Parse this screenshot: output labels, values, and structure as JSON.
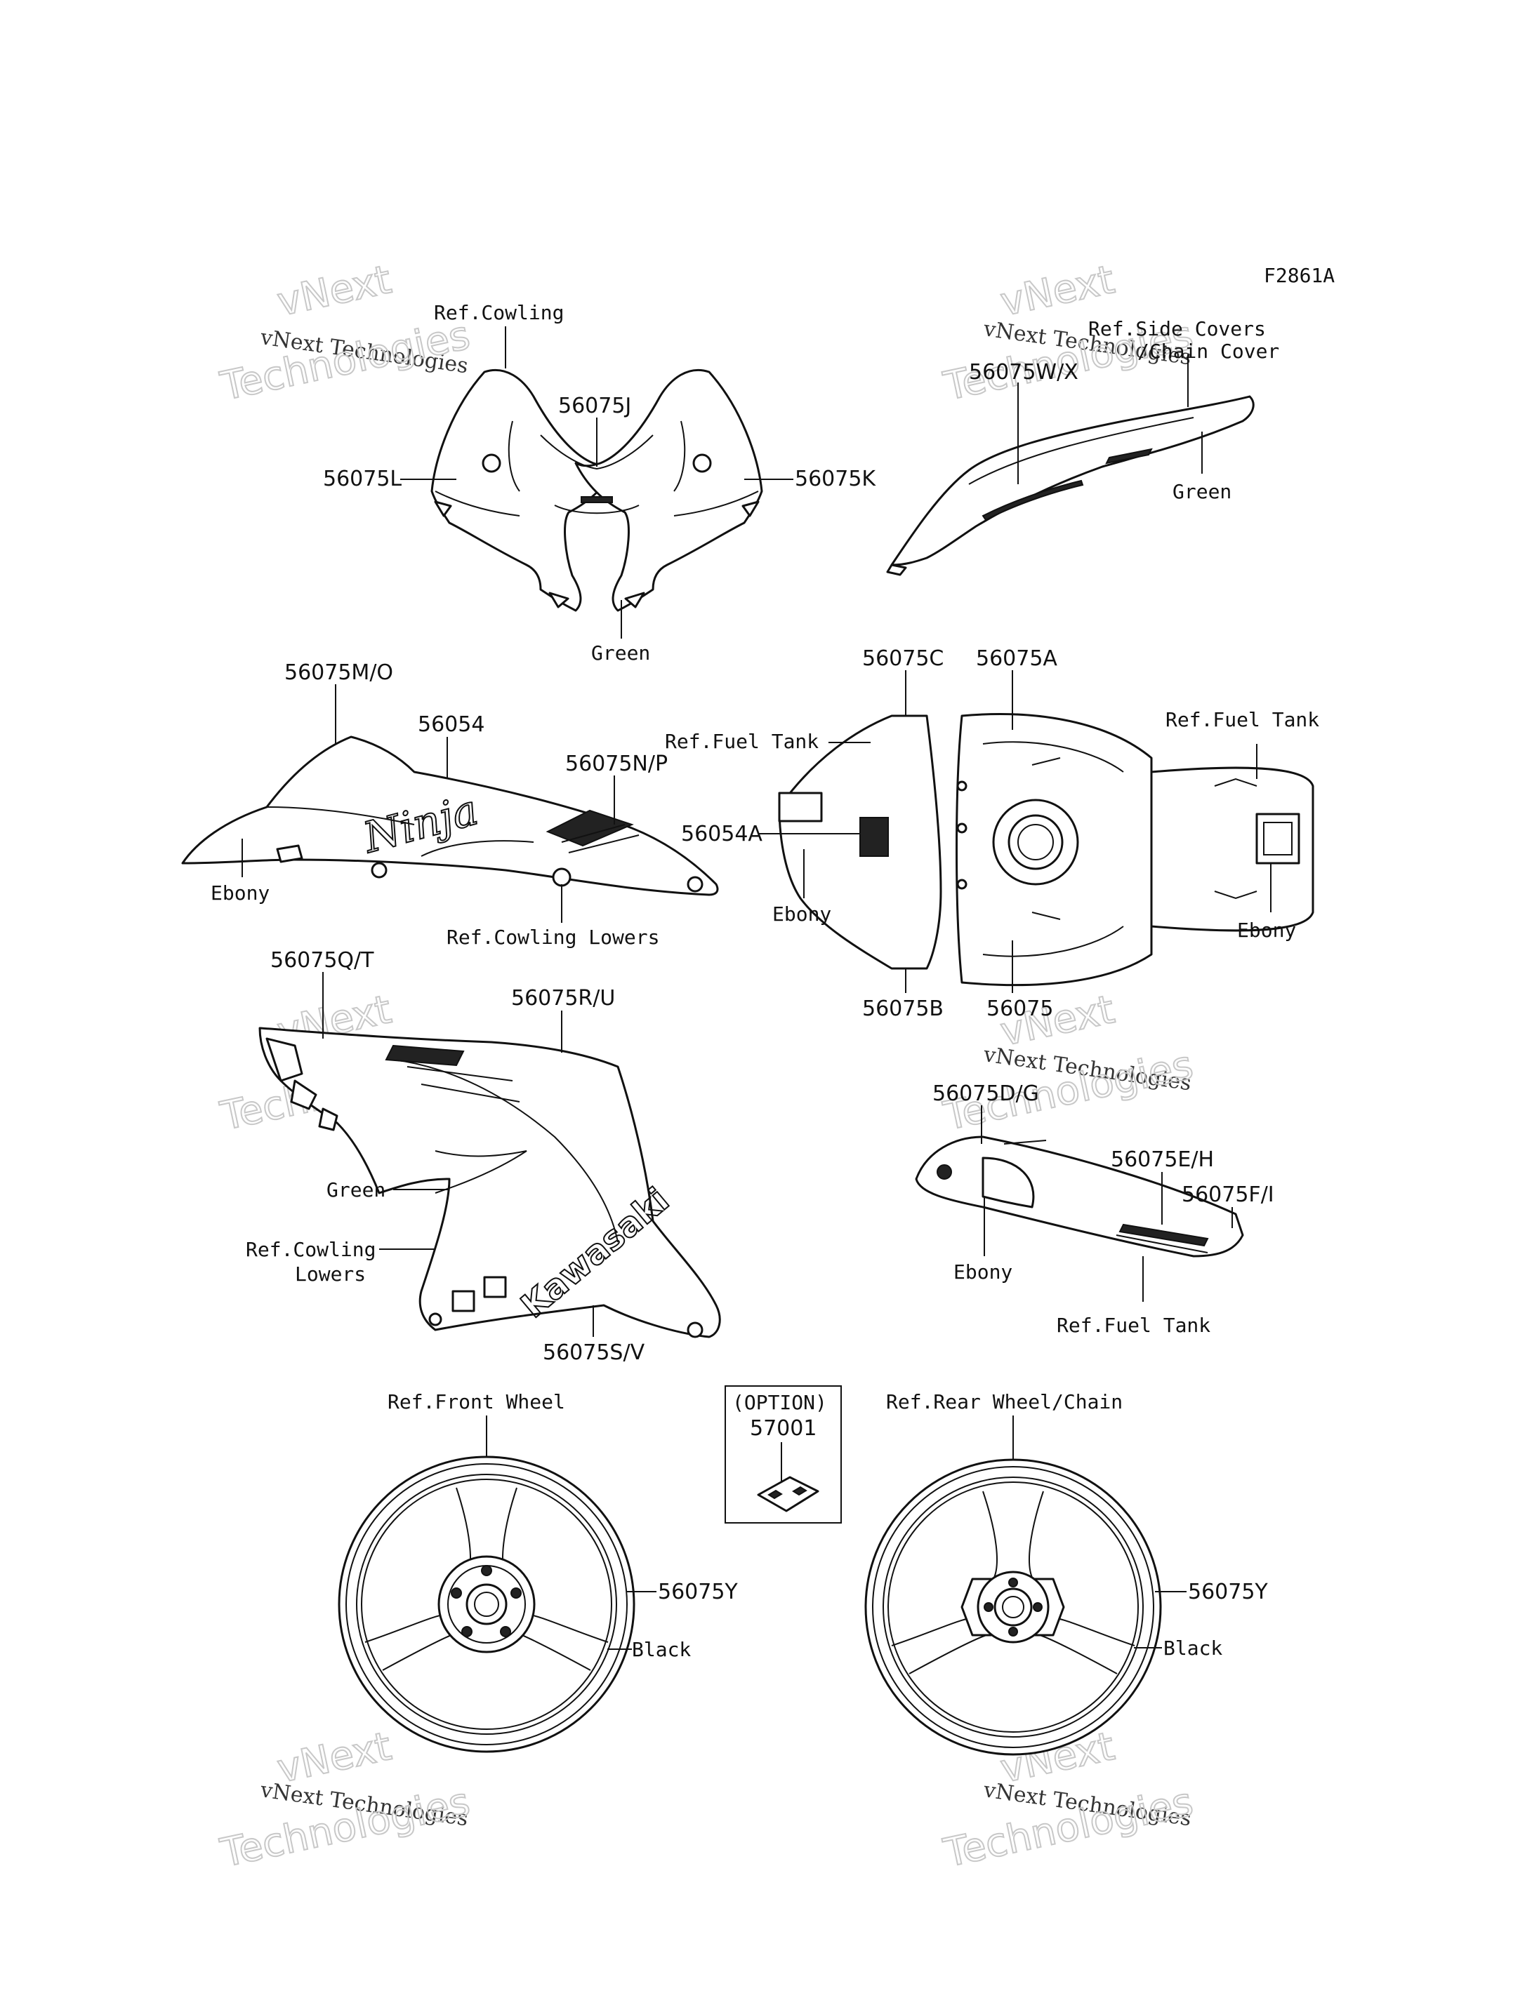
{
  "figure_code": "F2861A",
  "watermark": {
    "line1": "vNext",
    "line2": "vNext Technologies",
    "line3": "Technologies"
  },
  "labels": {
    "ref_cowling": "Ref.Cowling",
    "p_56075J": "56075J",
    "p_56075L": "56075L",
    "p_56075K": "56075K",
    "green_cowl": "Green",
    "ref_side_covers": "Ref.Side Covers",
    "chain_cover": "/Chain Cover",
    "p_56075WX": "56075W/X",
    "green_side": "Green",
    "p_56075MO": "56075M/O",
    "p_56054": "56054",
    "p_56075NP": "56075N/P",
    "ebony_left": "Ebony",
    "ref_cowling_lowers_1": "Ref.Cowling Lowers",
    "p_56075C": "56075C",
    "p_56075A": "56075A",
    "ref_fuel_tank_a": "Ref.Fuel Tank",
    "ref_fuel_tank_b": "Ref.Fuel Tank",
    "p_56054A": "56054A",
    "ebony_tank_a": "Ebony",
    "ebony_tank_b": "Ebony",
    "p_56075B": "56075B",
    "p_56075": "56075",
    "p_56075QT": "56075Q/T",
    "p_56075RU": "56075R/U",
    "green_lower": "Green",
    "ref_cowling_lowers_2a": "Ref.Cowling",
    "ref_cowling_lowers_2b": "Lowers",
    "p_56075SV": "56075S/V",
    "p_56075DG": "56075D/G",
    "p_56075EH": "56075E/H",
    "p_56075FI": "56075F/I",
    "ebony_seat": "Ebony",
    "ref_fuel_tank_c": "Ref.Fuel Tank",
    "ref_front_wheel": "Ref.Front Wheel",
    "option": "(OPTION)",
    "p_57001": "57001",
    "ref_rear_wheel": "Ref.Rear Wheel/Chain",
    "p_56075Y_front": "56075Y",
    "black_front": "Black",
    "p_56075Y_rear": "56075Y",
    "black_rear": "Black",
    "ninja_logo": "Ninja",
    "kawasaki_logo": "Kawasaki"
  }
}
